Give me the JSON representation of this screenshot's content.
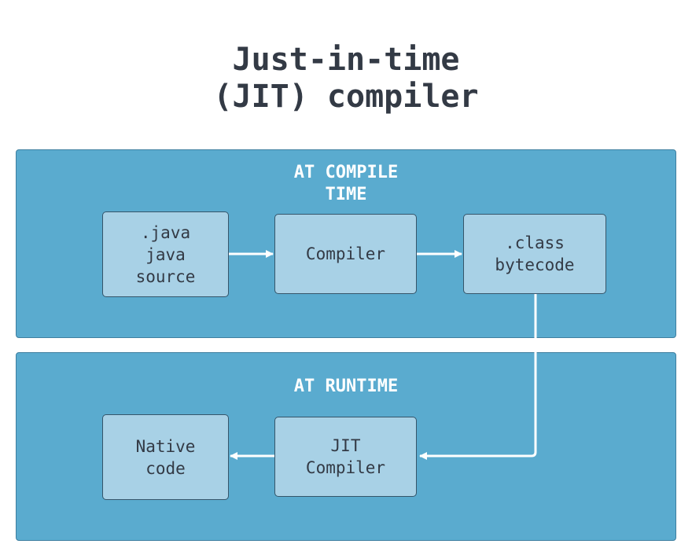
{
  "title": {
    "line1": "Just-in-time",
    "line2": "(JIT) compiler"
  },
  "panels": {
    "compile": {
      "label_line1": "AT COMPILE",
      "label_line2": "TIME"
    },
    "runtime": {
      "label": "AT RUNTIME"
    }
  },
  "nodes": {
    "java_source": {
      "line1": ".java",
      "line2": "java",
      "line3": "source"
    },
    "compiler": {
      "label": "Compiler"
    },
    "class_bytecode": {
      "line1": ".class",
      "line2": "bytecode"
    },
    "jit_compiler": {
      "line1": "JIT",
      "line2": "Compiler"
    },
    "native_code": {
      "line1": "Native",
      "line2": "code"
    }
  },
  "colors": {
    "panel": "#5aabcf",
    "node": "#a8d1e6",
    "arrow": "#ffffff",
    "title": "#333a45"
  }
}
